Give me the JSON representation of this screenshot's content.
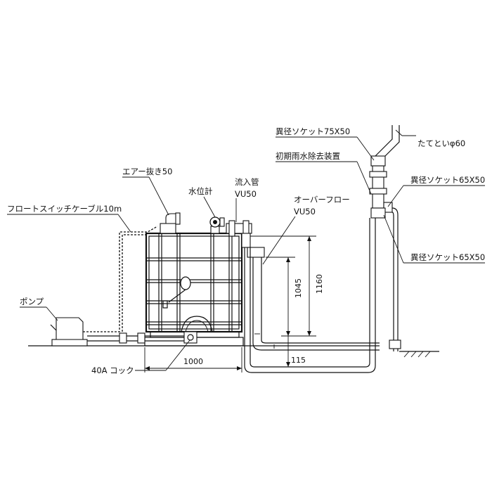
{
  "labels": {
    "reducer_75x50": "異径ソケット75X50",
    "downspout": "たてといφ60",
    "first_flush": "初期雨水除去装置",
    "reducer_65x50_top": "異径ソケット65X50",
    "reducer_65x50_bottom": "異径ソケット65X50",
    "air_vent": "エアー抜き50",
    "level_gauge": "水位計",
    "inflow_pipe_line1": "流入管",
    "inflow_pipe_line2": "VU50",
    "overflow_line1": "オーバーフロー",
    "overflow_line2": "VU50",
    "float_cable": "フロートスイッチケーブル10m",
    "pump": "ポンプ",
    "cock": "40A コック"
  },
  "dimensions": {
    "width": "1000",
    "height_inner": "1045",
    "height_outer": "1160",
    "bottom_offset": "115"
  }
}
